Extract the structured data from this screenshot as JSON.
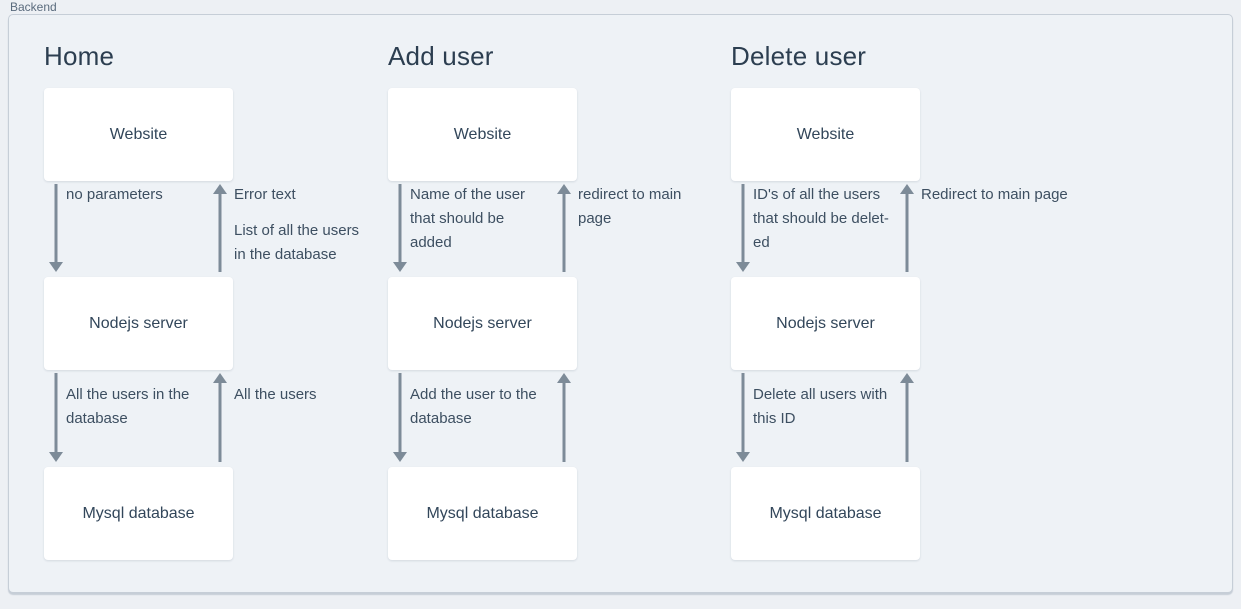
{
  "page": {
    "diagram_label": "Backend"
  },
  "colors": {
    "page_background": "#edf0f4",
    "canvas_background": "#eef2f6",
    "canvas_border": "#c6ced7",
    "node_background": "#ffffff",
    "heading_text": "#2c3e50",
    "node_text": "#32465a",
    "edge_label_text": "#3d4f61",
    "arrow": "#7d8b98",
    "diagram_label_text": "#5a6b7d"
  },
  "columns": [
    {
      "title": "Home",
      "boxes": {
        "top": "Website",
        "middle": "Nodejs server",
        "bottom": "Mysql database"
      },
      "gap1": {
        "down_label": "no parameters",
        "up_label": "Error text",
        "up_label2": "List of all the users\nin the database"
      },
      "gap2": {
        "down_label": "All the users in the\ndatabase",
        "up_label": "All the users",
        "up_label2": ""
      }
    },
    {
      "title": "Add user",
      "boxes": {
        "top": "Website",
        "middle": "Nodejs server",
        "bottom": "Mysql database"
      },
      "gap1": {
        "down_label": "Name of the user\nthat should be\nadded",
        "up_label": "redirect to main\npage",
        "up_label2": ""
      },
      "gap2": {
        "down_label": "Add the user to the\ndatabase",
        "up_label": "",
        "up_label2": ""
      }
    },
    {
      "title": "Delete user",
      "boxes": {
        "top": "Website",
        "middle": "Nodejs server",
        "bottom": "Mysql database"
      },
      "gap1": {
        "down_label": "ID's of all the users\nthat should be delet-\ned",
        "up_label": "Redirect to main page",
        "up_label2": ""
      },
      "gap2": {
        "down_label": "Delete all users with\nthis ID",
        "up_label": "",
        "up_label2": ""
      }
    }
  ]
}
